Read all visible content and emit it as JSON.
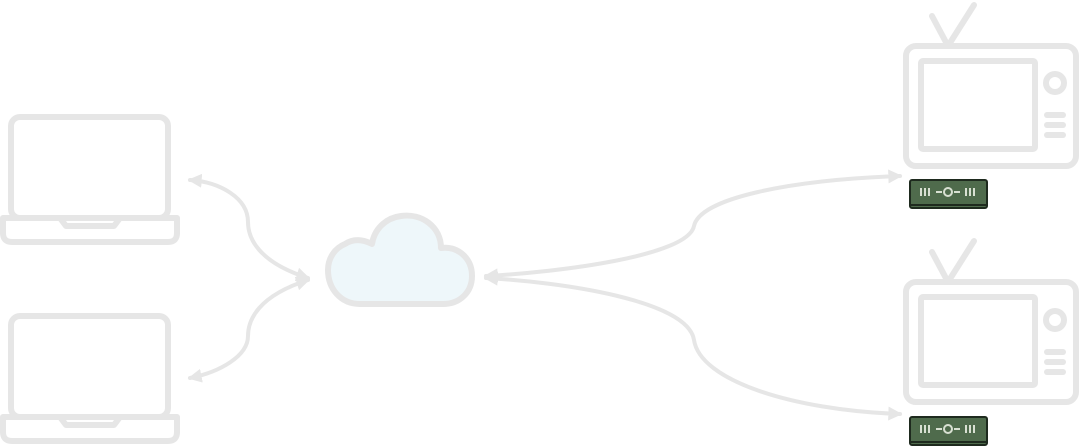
{
  "diagram": {
    "kind": "network-topology",
    "colors": {
      "outline": "#e6e6e6",
      "cloud_fill": "#eef7fa",
      "cloud_stroke": "#e6e6e6",
      "set_top_box_fill": "#4f6b4c",
      "set_top_box_stroke": "#1e2a1e",
      "set_top_box_detail": "#d8e0d2"
    },
    "nodes": [
      {
        "id": "laptop-top",
        "icon": "laptop-icon"
      },
      {
        "id": "laptop-bottom",
        "icon": "laptop-icon"
      },
      {
        "id": "cloud",
        "icon": "cloud-icon"
      },
      {
        "id": "tv-top",
        "icon": "tv-icon"
      },
      {
        "id": "tv-bottom",
        "icon": "tv-icon"
      },
      {
        "id": "set-top-box-top",
        "icon": "set-top-box-icon"
      },
      {
        "id": "set-top-box-bottom",
        "icon": "set-top-box-icon"
      }
    ],
    "connections": [
      {
        "from": "cloud",
        "to": "laptop-top",
        "arrowhead": "both"
      },
      {
        "from": "cloud",
        "to": "laptop-bottom",
        "arrowhead": "both"
      },
      {
        "from": "set-top-box-top",
        "to": "cloud",
        "arrowhead": "both"
      },
      {
        "from": "set-top-box-bottom",
        "to": "cloud",
        "arrowhead": "both"
      }
    ]
  }
}
